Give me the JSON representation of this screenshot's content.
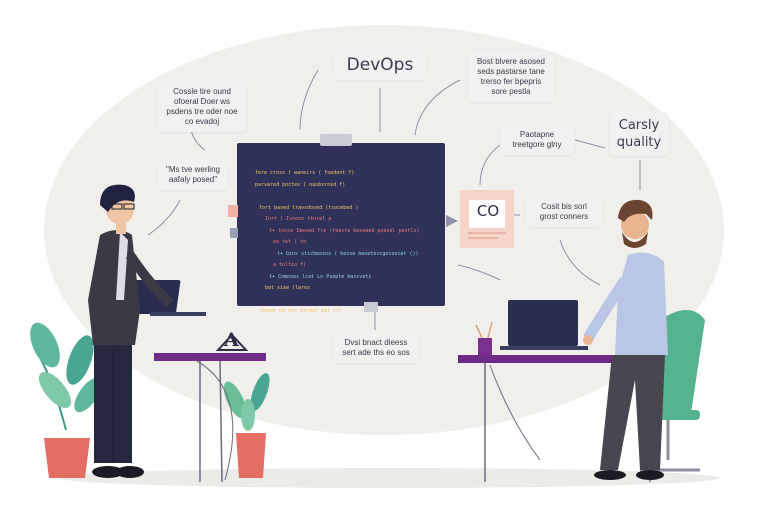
{
  "scene": {
    "notes": {
      "devops": "DevOps",
      "top_left": "Cossle tire ound ofoeral Doer ws psdens tre oder noe co evadoj",
      "top_right": "Bost blvere asosed seds pastarse tane trerso fer bpepris sore pestla",
      "left_mid": "\"Ms tve werling aafaly posed\"",
      "right_mid": "Paotapne treetgore glny",
      "quality": "Carsly quality",
      "right_low": "Cosit bis sorl grost conners",
      "bottom_center": "Dvsi bnact dleess sert ade ths eo sos"
    },
    "board": {
      "co_card": "CO",
      "code_lines": [
        "fere cross ( waneirs ( foedont f)",
        "parvared poctes ( oasbsrnsd f)",
        "",
        "fort baved travsdosed (tsocebed )",
        "Inrt ( Ivoosn ttorel a",
        "t+ tocce Imesed f(e (feasre beseeed poesel pestls)",
        "eo tet ( to",
        "t+ bins sticheosns ( besse beoetescgossocet ())",
        "a toltio f)",
        "t+ Comoses lcat Lo Psepte bassveti",
        "bat siae (lares",
        "",
        "baree oe tet bareet pat (f)"
      ]
    },
    "desk_letter": "A"
  }
}
